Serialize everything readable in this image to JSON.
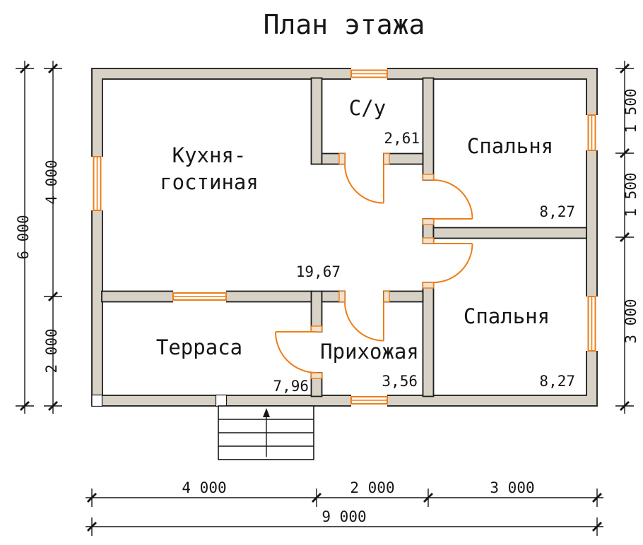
{
  "title": "План этажа",
  "rooms": {
    "kitchen_living": {
      "name_line1": "Кухня-",
      "name_line2": "гостиная",
      "area": "19,67"
    },
    "wc": {
      "name": "С/у",
      "area": "2,61"
    },
    "bedroom_top": {
      "name": "Спальня",
      "area": "8,27"
    },
    "bedroom_bottom": {
      "name": "Спальня",
      "area": "8,27"
    },
    "terrace": {
      "name": "Терраса",
      "area": "7,96"
    },
    "hallway": {
      "name": "Прихожая",
      "area": "3,56"
    }
  },
  "dimensions": {
    "left_total": "6 000",
    "left_upper": "4 000",
    "left_lower": "2 000",
    "right_upper": "1 500",
    "right_middle": "1 500",
    "right_lower": "3 000",
    "bottom_seg1": "4 000",
    "bottom_seg2": "2 000",
    "bottom_seg3": "3 000",
    "bottom_total": "9 000"
  },
  "colors": {
    "wall_fill": "#d8d1c5",
    "wall_stroke": "#1c1c1c",
    "accent_orange": "#ee7d17",
    "text": "#161616",
    "background": "#ffffff"
  }
}
